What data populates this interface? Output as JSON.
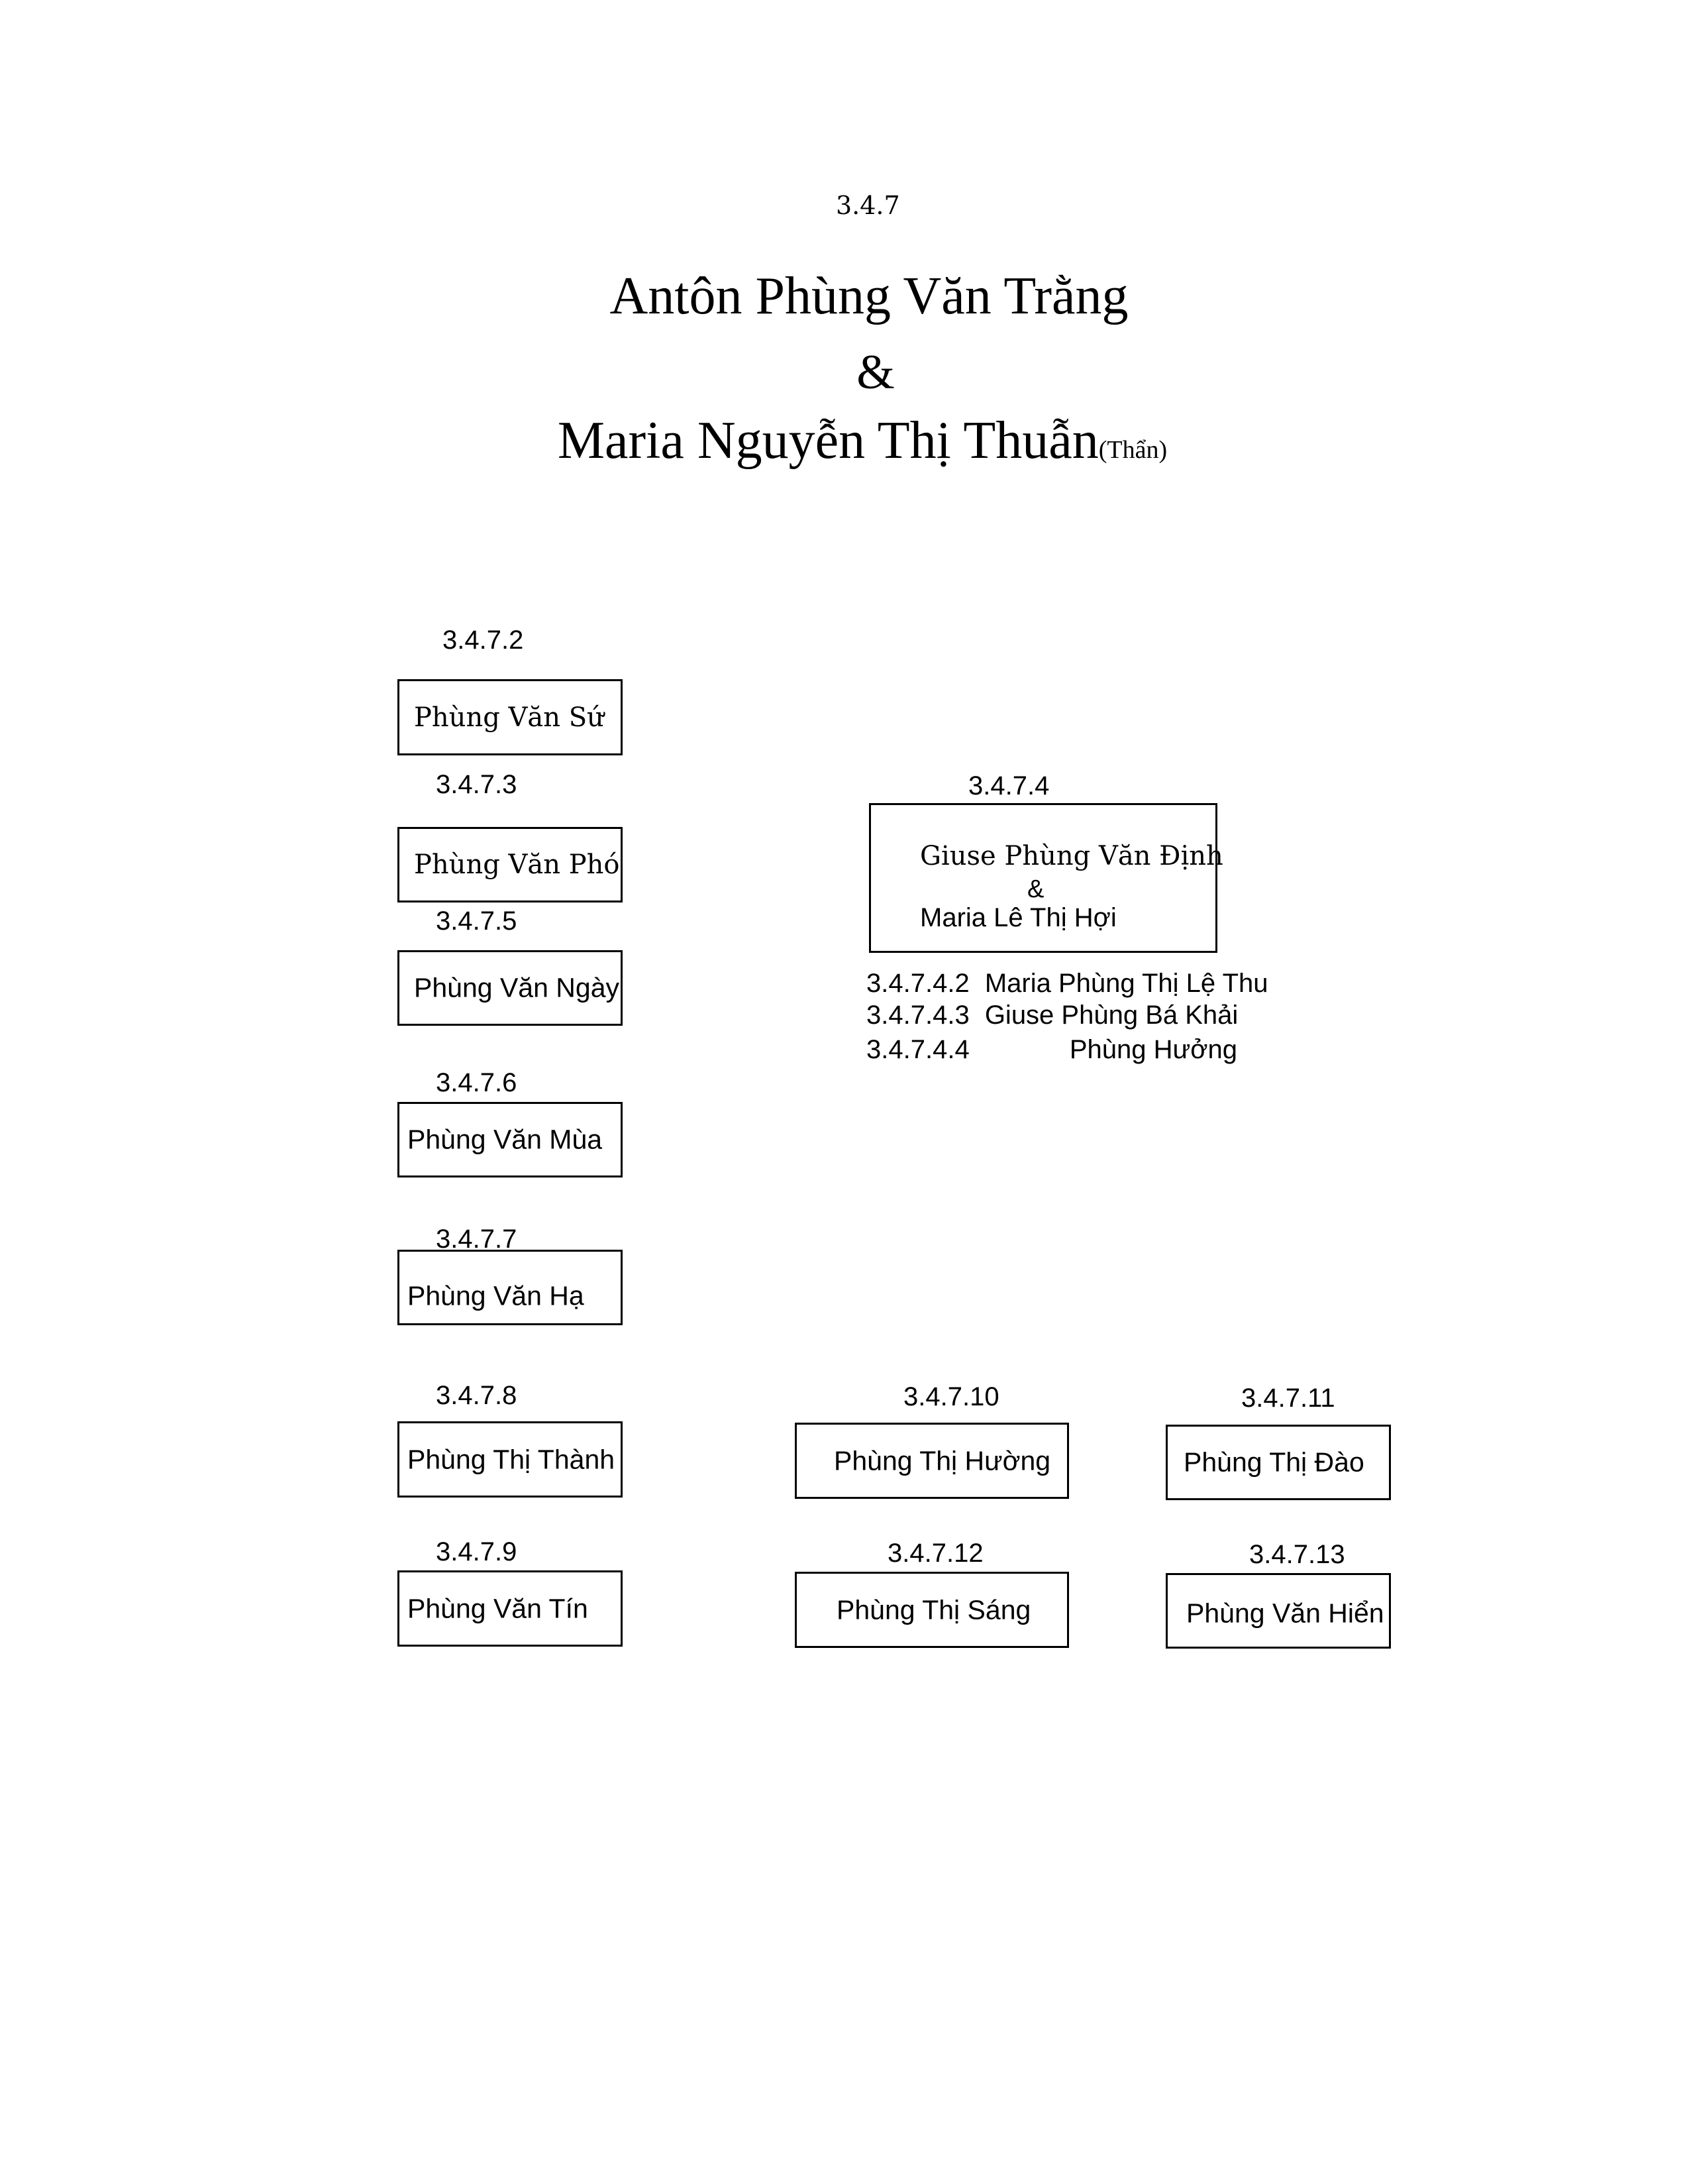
{
  "header": {
    "code": "3.4.7",
    "husband": "Antôn Phùng Văn Trằng",
    "ampersand": "&",
    "wife": "Maria Nguyễn Thị Thuẫn",
    "wife_alias": "(Thẩn)"
  },
  "nodes": [
    {
      "code": "3.4.7.2",
      "name": "Phùng Văn Sứ"
    },
    {
      "code": "3.4.7.3",
      "name": "Phùng Văn Phó"
    },
    {
      "code": "3.4.7.5",
      "name": "Phùng Văn Ngày"
    },
    {
      "code": "3.4.7.6",
      "name": "Phùng Văn Mùa"
    },
    {
      "code": "3.4.7.7",
      "name": "Phùng Văn Hạ"
    },
    {
      "code": "3.4.7.8",
      "name": "Phùng Thị Thành"
    },
    {
      "code": "3.4.7.9",
      "name": "Phùng Văn Tín"
    },
    {
      "code": "3.4.7.10",
      "name": "Phùng Thị Hường"
    },
    {
      "code": "3.4.7.12",
      "name": "Phùng Thị Sáng"
    },
    {
      "code": "3.4.7.11",
      "name": "Phùng Thị Đào"
    },
    {
      "code": "3.4.7.13",
      "name": "Phùng Văn Hiển"
    }
  ],
  "family_3474": {
    "code": "3.4.7.4",
    "husband": "Giuse Phùng Văn Định",
    "ampersand": "&",
    "wife": "Maria Lê Thị Hợi",
    "children": [
      {
        "code": "3.4.7.4.2",
        "name": "Maria Phùng Thị Lệ Thu"
      },
      {
        "code": "3.4.7.4.3",
        "name": "Giuse Phùng Bá Khải"
      },
      {
        "code": "3.4.7.4.4",
        "name": "Phùng Hưởng"
      }
    ]
  }
}
